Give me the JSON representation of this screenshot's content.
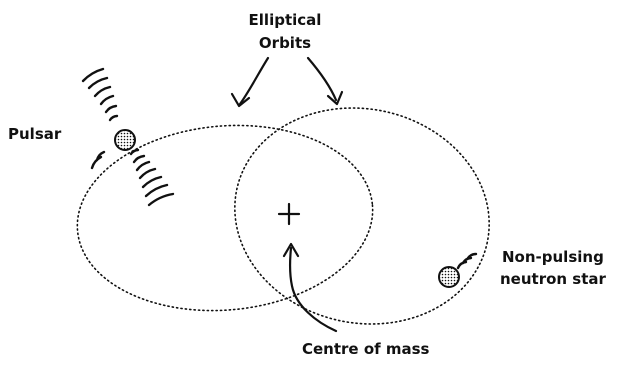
{
  "labels": {
    "elliptical_orbits_line1": "Elliptical",
    "elliptical_orbits_line2": "Orbits",
    "pulsar": "Pulsar",
    "non_pulsing_line1": "Non-pulsing",
    "non_pulsing_line2": "neutron star",
    "centre_of_mass": "Centre of mass"
  },
  "icons": {
    "centre_marker": "plus-icon",
    "pulsar": "dotted-star-icon",
    "neutron_star": "dotted-star-icon"
  },
  "colors": {
    "ink": "#111111",
    "background": "#ffffff"
  }
}
